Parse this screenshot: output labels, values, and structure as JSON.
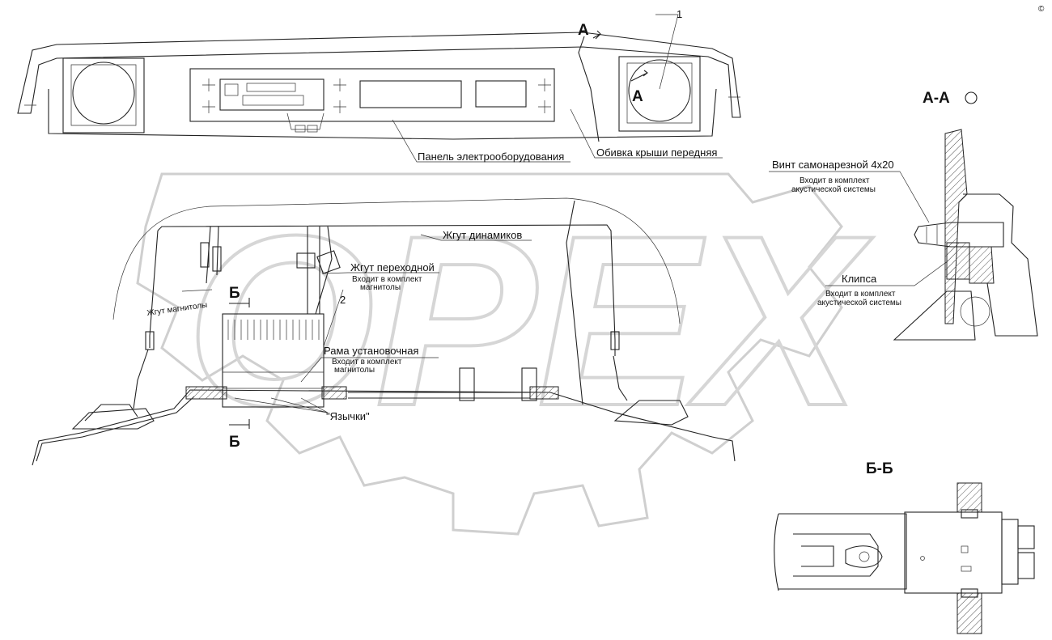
{
  "watermark": {
    "text": "OPEX"
  },
  "corner_mark": "©",
  "labels": {
    "panel": "Панель электрооборудования",
    "roof_trim": "Обивка крыши передняя",
    "pos1": "1",
    "pos2": "2",
    "section_aa": "А-А",
    "section_bb": "Б-Б",
    "arrow_a": "А",
    "arrow_b": "Б",
    "screw": "Винт самонарезной 4х20",
    "screw_note_1": "Входит в комплект",
    "screw_note_2": "акустической системы",
    "clip": "Клипса",
    "clip_note_1": "Входит в комплект",
    "clip_note_2": "акустической системы",
    "speaker_harness": "Жгут динамиков",
    "adapter_harness": "Жгут переходной",
    "adapter_note_1": "Входит в комплект",
    "adapter_note_2": "магнитолы",
    "radio_harness": "Жгут магнитолы",
    "frame": "Рама установочная",
    "frame_note_1": "Входит в комплект",
    "frame_note_2": "магнитолы",
    "tabs": "\"Язычки\""
  }
}
